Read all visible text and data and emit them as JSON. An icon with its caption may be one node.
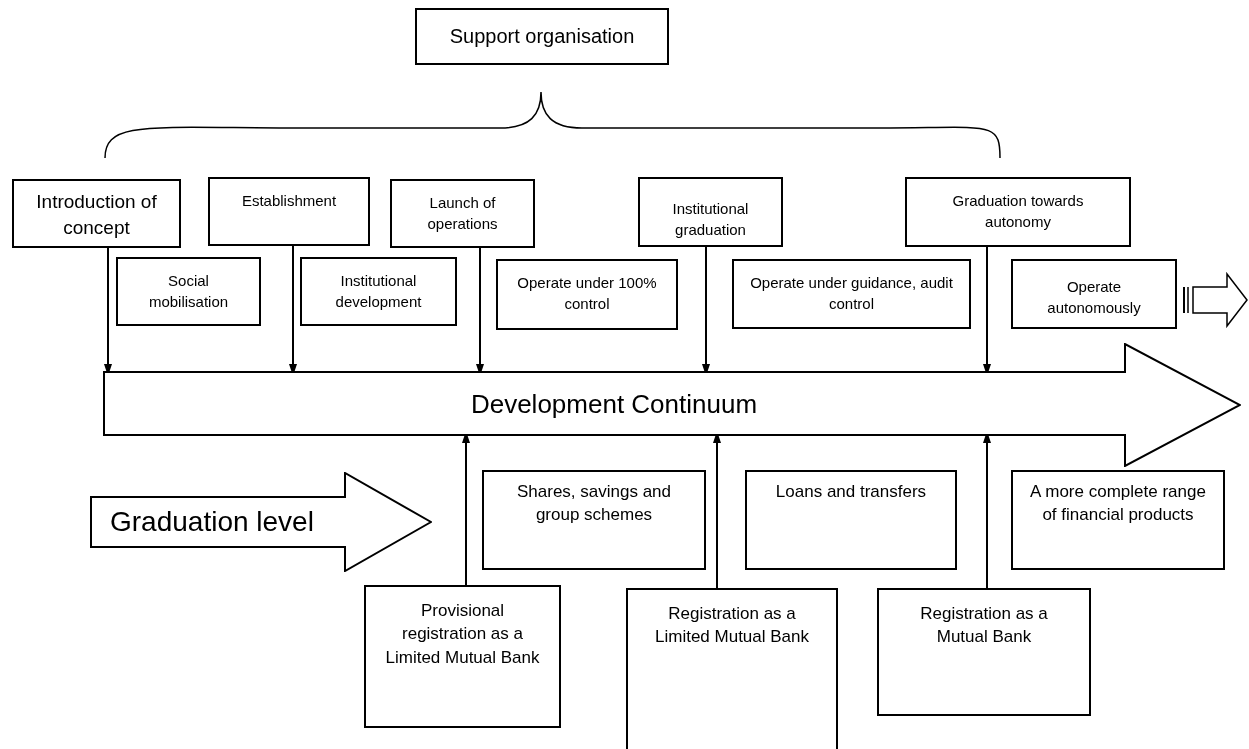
{
  "diagram": {
    "nodes": [
      {
        "text": [
          "Support organisation"
        ]
      },
      {
        "text": [
          "Introduction of concept"
        ]
      },
      {
        "text": [
          "Establishment"
        ]
      },
      {
        "text": [
          "Launch of operations"
        ]
      },
      {
        "text": [
          "Institutional graduation"
        ]
      },
      {
        "text": [
          "Graduation towards autonomy"
        ]
      },
      {
        "text": [
          "Social mobilisation"
        ]
      },
      {
        "text": [
          "Institutional development"
        ]
      },
      {
        "text": [
          "Operate under 100% control"
        ]
      },
      {
        "text": [
          "Operate under guidance, audit control"
        ]
      },
      {
        "text": [
          "Operate autonomously"
        ]
      },
      {
        "text": [
          "Development Continuum"
        ]
      },
      {
        "text": [
          "Graduation level"
        ]
      },
      {
        "text": [
          "Shares, savings and group schemes"
        ]
      },
      {
        "text": [
          "Loans and transfers"
        ]
      },
      {
        "text": [
          "A more complete range of financial products"
        ]
      },
      {
        "text": [
          "Provisional registration as a Limited Mutual Bank"
        ]
      },
      {
        "text": [
          "Registration as a Limited Mutual Bank"
        ]
      },
      {
        "text": [
          "Registration as a Mutual Bank"
        ]
      }
    ],
    "edges": [
      {
        "from": 1,
        "to": 11,
        "arrow": "to"
      },
      {
        "from": 2,
        "to": 11,
        "arrow": "to"
      },
      {
        "from": 3,
        "to": 11,
        "arrow": "to"
      },
      {
        "from": 4,
        "to": 11,
        "arrow": "to"
      },
      {
        "from": 5,
        "to": 11,
        "arrow": "to"
      },
      {
        "from": 16,
        "to": 11,
        "arrow": "to"
      },
      {
        "from": 17,
        "to": 11,
        "arrow": "to"
      },
      {
        "from": 18,
        "to": 11,
        "arrow": "to"
      },
      {
        "from": 10,
        "to": null,
        "arrow": "to"
      }
    ]
  }
}
